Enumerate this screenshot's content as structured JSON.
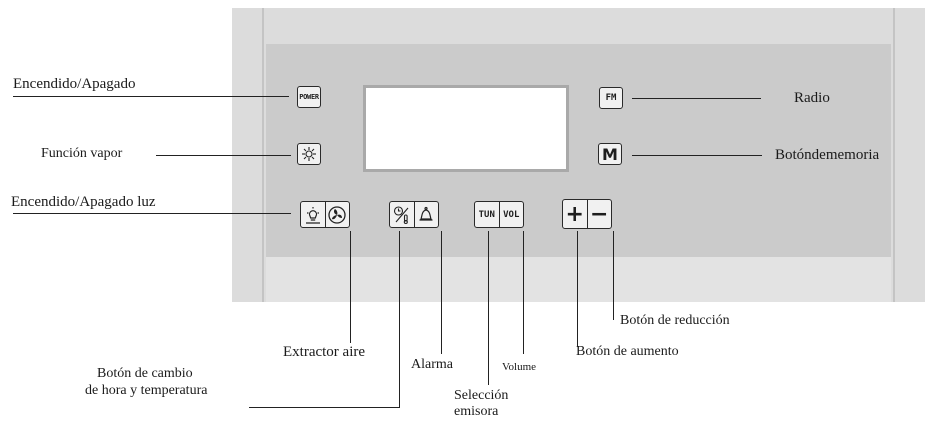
{
  "buttons": {
    "power": "POWER",
    "fm": "FM",
    "memory": "M",
    "tuning": "TUN",
    "volume": "VOL",
    "plus": "+",
    "minus": "−"
  },
  "labels": {
    "power": "Encendido/Apagado",
    "steam": "Función vapor",
    "light": "Encendido/Apagado luz",
    "radio": "Radio",
    "memory": "Botóndememoria",
    "fan": "Extractor aire",
    "time_temp_line1": "Botón de cambio",
    "time_temp_line2": "de hora y temperatura",
    "alarm": "Alarma",
    "station_line1": "Selección",
    "station_line2": "emisora",
    "volume": "Volume",
    "increase": "Botón de aumento",
    "decrease": "Botón de reducción"
  }
}
